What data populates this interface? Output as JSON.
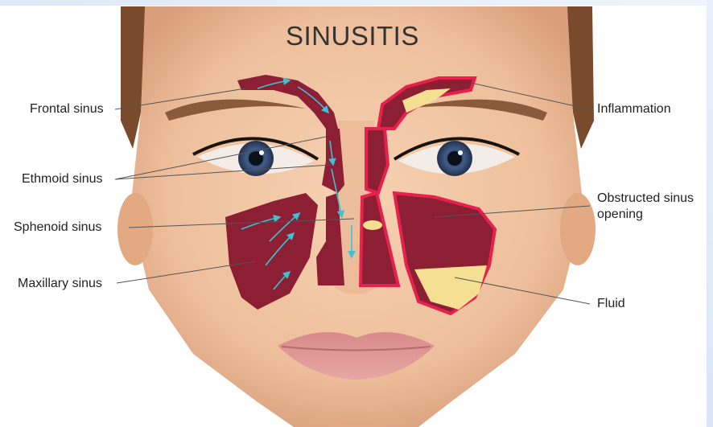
{
  "title": "SINUSITIS",
  "labels_left": {
    "frontal": "Frontal sinus",
    "ethmoid": "Ethmoid sinus",
    "sphenoid": "Sphenoid sinus",
    "maxillary": "Maxillary sinus"
  },
  "labels_right": {
    "inflammation": "Inflammation",
    "obstructed": "Obstructed sinus\nopening",
    "fluid": "Fluid"
  },
  "colors": {
    "skin": "#efc29f",
    "hair": "#7a4a2c",
    "sinus": "#8c1f34",
    "inflammation": "#e8204d",
    "fluid": "#f5df93",
    "airflow_arrow": "#3fc1d1"
  }
}
